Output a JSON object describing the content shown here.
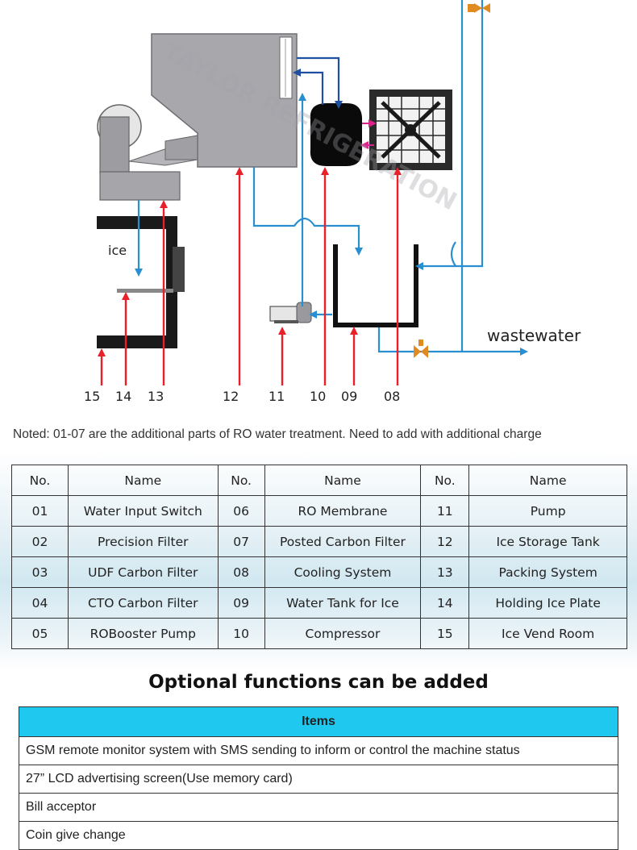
{
  "diagram": {
    "ice_label": "ice",
    "wastewater_label": "wastewater",
    "watermark": "TAYLOR REFRIGERATION",
    "numbers": [
      "15",
      "14",
      "13",
      "12",
      "11",
      "10",
      "09",
      "08"
    ]
  },
  "note": "Noted: 01-07 are the additional parts of RO water treatment. Need to add with additional charge",
  "parts_table": {
    "headers": [
      "No.",
      "Name",
      "No.",
      "Name",
      "No.",
      "Name"
    ],
    "rows": [
      [
        "01",
        "Water Input Switch",
        "06",
        "RO Membrane",
        "11",
        "Pump"
      ],
      [
        "02",
        "Precision Filter",
        "07",
        "Posted Carbon Filter",
        "12",
        "Ice Storage Tank"
      ],
      [
        "03",
        "UDF Carbon Filter",
        "08",
        "Cooling System",
        "13",
        "Packing System"
      ],
      [
        "04",
        "CTO Carbon Filter",
        "09",
        "Water Tank for Ice",
        "14",
        "Holding Ice Plate"
      ],
      [
        "05",
        "ROBooster Pump",
        "10",
        "Compressor",
        "15",
        "Ice Vend Room"
      ]
    ]
  },
  "optional": {
    "title": "Optional functions can be added",
    "header": "Items",
    "items": [
      "GSM remote monitor system with SMS sending to inform or control the machine status",
      "27” LCD advertising screen(Use memory card)",
      "Bill acceptor",
      "Coin give change"
    ]
  },
  "colors": {
    "arrow_red": "#e8202a",
    "pipe_blue": "#2a8fd0",
    "pipe_dark": "#1f4fa0",
    "header_cyan": "#1fc8ef",
    "magenta": "#e0208a"
  }
}
